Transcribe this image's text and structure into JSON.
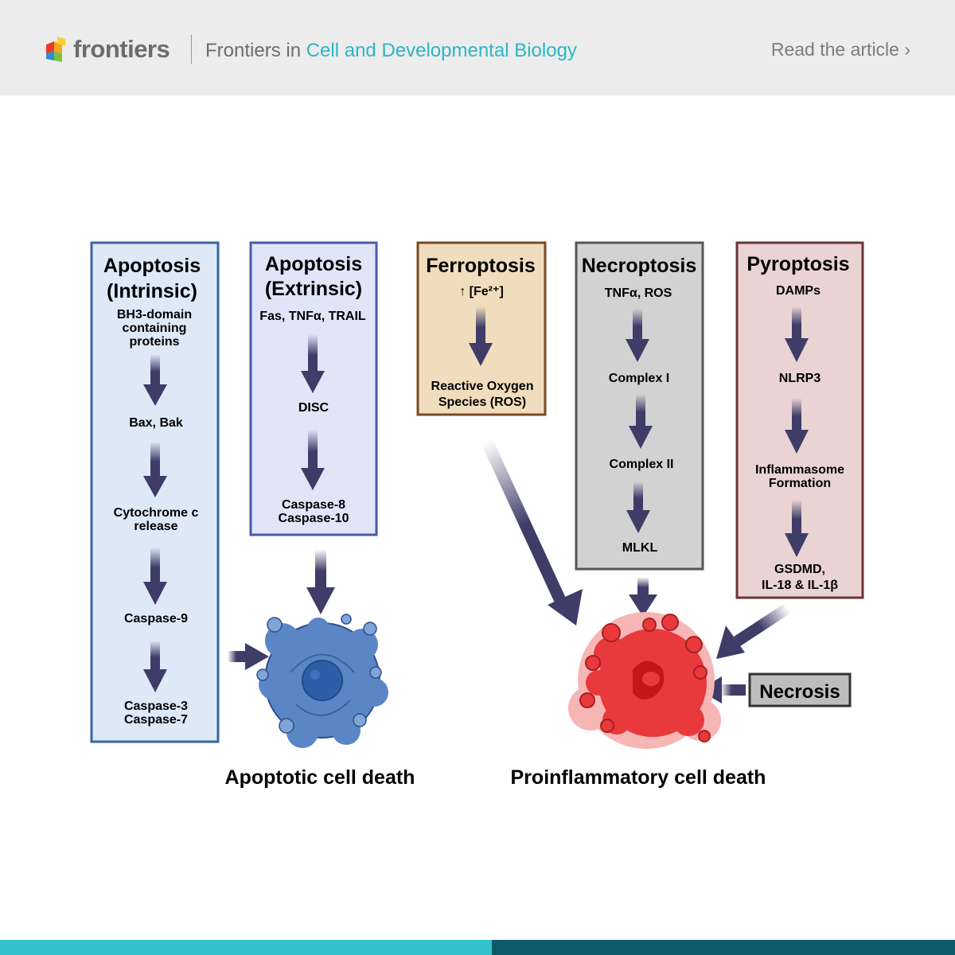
{
  "header": {
    "brand": "frontiers",
    "journal_prefix": "Frontiers in",
    "journal_name": "Cell and Developmental Biology",
    "read_link": "Read the article ›"
  },
  "diagram": {
    "boxes": [
      {
        "id": "intrinsic",
        "title": [
          "Apoptosis",
          "(Intrinsic)"
        ],
        "source": [
          "BH3-domain",
          "containing",
          "proteins"
        ],
        "steps": [
          [
            "Bax, Bak"
          ],
          [
            "Cytochrome c",
            "release"
          ],
          [
            "Caspase-9"
          ],
          [
            "Caspase-3",
            "Caspase-7"
          ]
        ]
      },
      {
        "id": "extrinsic",
        "title": [
          "Apoptosis",
          "(Extrinsic)"
        ],
        "source": [
          "Fas, TNFα, TRAIL"
        ],
        "steps": [
          [
            "DISC"
          ],
          [
            "Caspase-8",
            "Caspase-10"
          ]
        ]
      },
      {
        "id": "ferroptosis",
        "title": [
          "Ferroptosis"
        ],
        "source": [
          "↑ [Fe²⁺]"
        ],
        "steps": [
          [
            "Reactive Oxygen",
            "Species (ROS)"
          ]
        ]
      },
      {
        "id": "necroptosis",
        "title": [
          "Necroptosis"
        ],
        "source": [
          "TNFα, ROS"
        ],
        "steps": [
          [
            "Complex I"
          ],
          [
            "Complex II"
          ],
          [
            "MLKL"
          ]
        ]
      },
      {
        "id": "pyroptosis",
        "title": [
          "Pyroptosis"
        ],
        "source": [
          "DAMPs"
        ],
        "steps": [
          [
            "NLRP3"
          ],
          [
            "Inflammasome",
            "Formation"
          ],
          [
            "GSDMD,",
            "IL-18 & IL-1β"
          ]
        ]
      }
    ],
    "necrosis_label": "Necrosis",
    "apoptotic_caption": "Apoptotic cell death",
    "proinflammatory_caption": "Proinflammatory cell death"
  },
  "colors": {
    "intrinsic_fill": "#dde9f7",
    "intrinsic_stroke": "#36679f",
    "extrinsic_fill": "#e0e5f8",
    "extrinsic_stroke": "#4a5aa6",
    "ferroptosis_fill": "#f0ddbd",
    "ferroptosis_stroke": "#7a4a25",
    "necroptosis_fill": "#d2d2d2",
    "necroptosis_stroke": "#555555",
    "pyroptosis_fill": "#ead3d3",
    "pyroptosis_stroke": "#6a3434",
    "arrow": "#3f3c68",
    "apoptotic_cell": "#5a86c6",
    "inflammatory_cell": "#e8393c",
    "accent": "#2bb6c4"
  }
}
